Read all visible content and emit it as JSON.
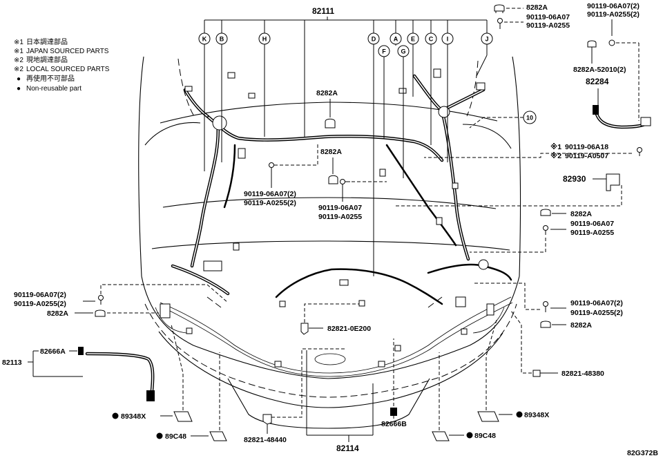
{
  "diagram_code": "82G372B",
  "legend": [
    {
      "marker": "※1",
      "text": "日本調達部品"
    },
    {
      "marker": "※1",
      "text": "JAPAN SOURCED PARTS"
    },
    {
      "marker": "※2",
      "text": "現地調達部品"
    },
    {
      "marker": "※2",
      "text": "LOCAL SOURCED PARTS"
    },
    {
      "marker": "●",
      "text": "再使用不可部品"
    },
    {
      "marker": "●",
      "text": "Non-reusable part"
    }
  ],
  "callout_letters": [
    "K",
    "B",
    "H",
    "D",
    "F",
    "A",
    "G",
    "E",
    "C",
    "I",
    "J",
    "10"
  ],
  "parts": {
    "main_harness": "82111",
    "harness_lower": "82114",
    "harness_left": "82113",
    "grommet_left": "82666A",
    "grommet_center": "82666B",
    "clip_a": "8282A",
    "bolt_a": "90119-06A07",
    "bolt_a2": "90119-06A07(2)",
    "screw_a": "90119-A0255",
    "screw_a2": "90119-A0255(2)",
    "bolt_j": "90119-06A18",
    "screw_j": "90119-A0507",
    "clip_set": "8282A-52010(2)",
    "sub_harness": "82284",
    "relay": "82930",
    "clamp_1": "82821-0E200",
    "clamp_2": "82821-48380",
    "clamp_3": "82821-48440",
    "bracket_1": "89348X",
    "bracket_2": "89C48",
    "japan_marker": "※1",
    "local_marker": "※2"
  }
}
